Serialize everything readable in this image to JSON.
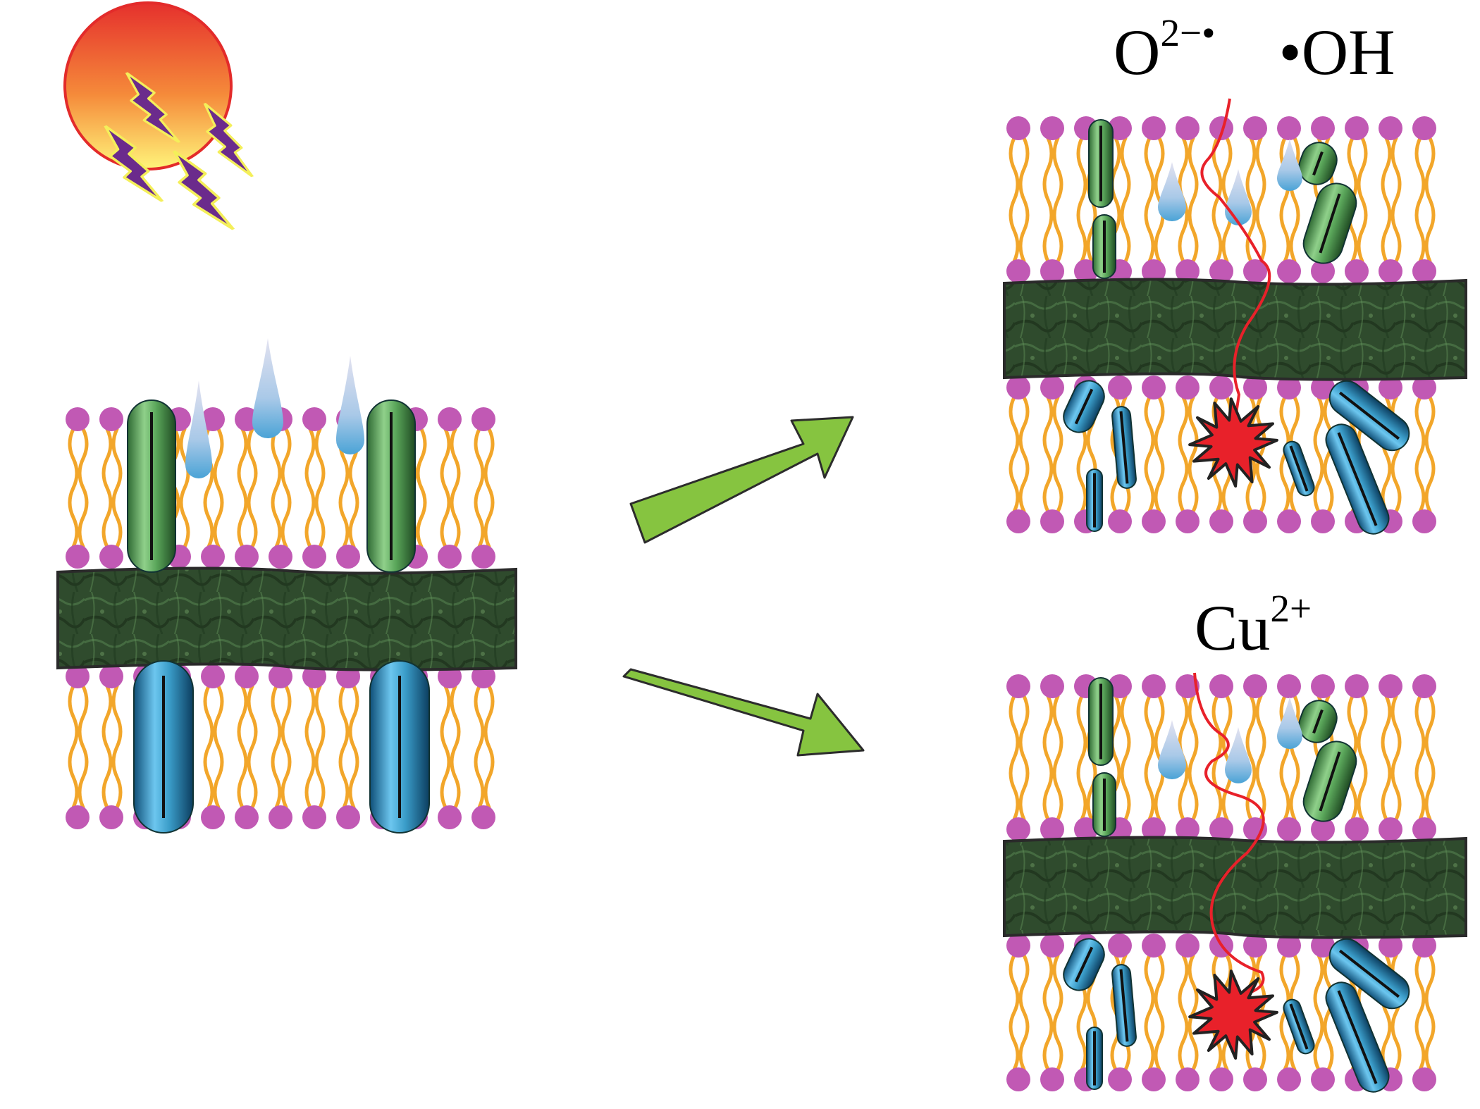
{
  "labels": {
    "superoxide_base": "O",
    "superoxide_charge": "2−•",
    "hydroxyl": "•OH",
    "copper_base": "Cu",
    "copper_charge": "2+"
  },
  "colors": {
    "lipid_head": "#c159b4",
    "lipid_tail": "#f2a62a",
    "membrane_core": "#2e4a2c",
    "green_protein": "#5fa55e",
    "blue_protein": "#3a9cc8",
    "droplet": "#9ec6e6",
    "arrow_fill": "#86c440",
    "damage_star": "#e8212a",
    "sun_top": "#e8312f",
    "sun_bottom": "#fff27a",
    "lightning": "#6a2a8a"
  },
  "icons": [
    "sun-icon",
    "lightning-icon",
    "arrow-icon",
    "damage-star-icon",
    "water-droplet-icon"
  ]
}
